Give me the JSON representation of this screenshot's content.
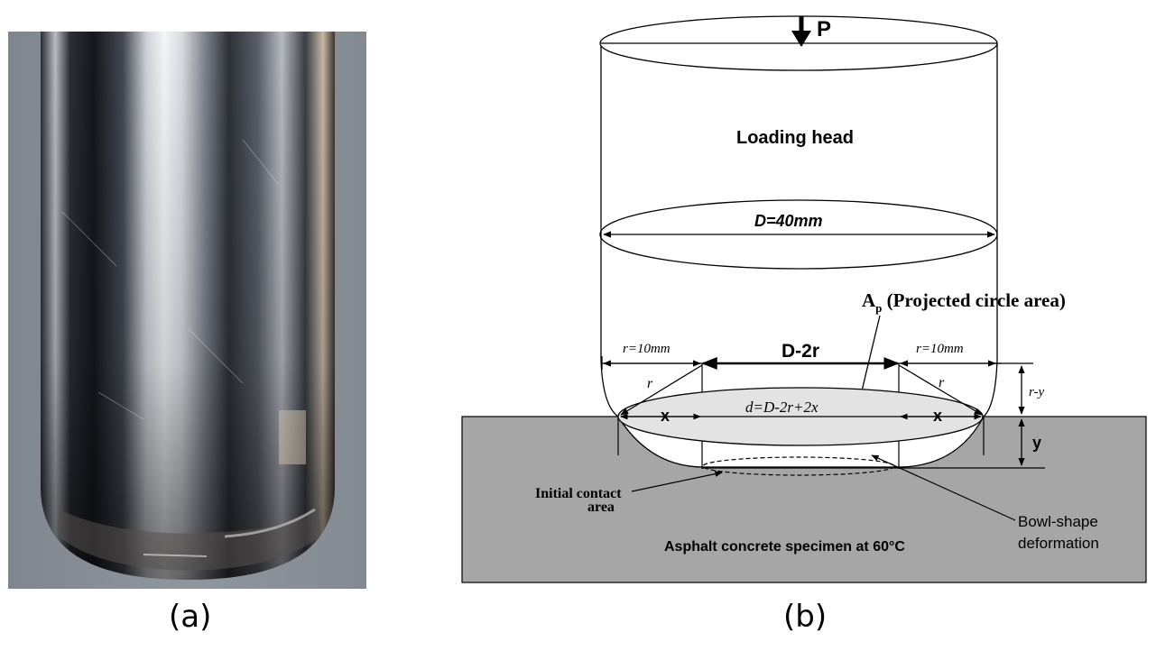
{
  "captions": {
    "a": "(a)",
    "b": "(b)"
  },
  "diagram": {
    "load_label": "P",
    "loading_head": "Loading head",
    "diameter": "D=40mm",
    "projected_area_symbol": "A",
    "projected_area_subscript": "p",
    "projected_area_text": " (Projected circle area)",
    "radius_left": "r=10mm",
    "radius_right": "r=10mm",
    "d_minus_2r": "D-2r",
    "r_left": "r",
    "r_right": "r",
    "x_left": "x",
    "x_right": "x",
    "d_formula": "d=D-2r+2x",
    "r_minus_y": "r-y",
    "y_label": "y",
    "initial_contact_line1": "Initial contact",
    "initial_contact_line2": "area",
    "bowl_line1": "Bowl-shape",
    "bowl_line2": "deformation",
    "specimen_label": "Asphalt concrete specimen at 60°C"
  },
  "colors": {
    "specimen_fill": "#a6a6a6",
    "projected_area_fill": "#e3e3e3",
    "photo_background": "#8a9199",
    "line": "#000000"
  }
}
